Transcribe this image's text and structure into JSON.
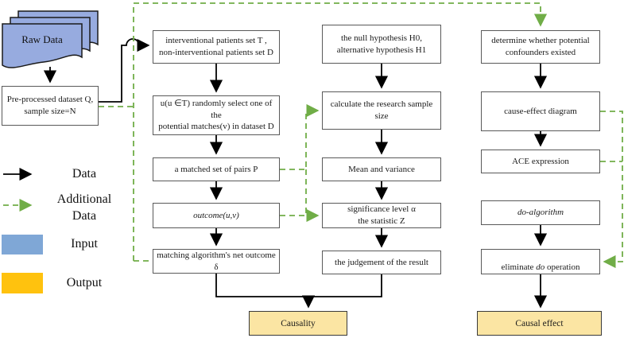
{
  "input": {
    "raw_data": "Raw Data",
    "preprocessed": "Pre-processed dataset Q,\nsample size=N"
  },
  "columns": {
    "matching": {
      "step1": "interventional patients set T ,\nnon-interventional patients set D",
      "step2": "u(u ∈T) randomly select one of the\npotential matches(v) in dataset D",
      "step3": "a matched set of pairs P",
      "step4": "outcome(u,v)",
      "step5": "matching algorithm's net outcome δ"
    },
    "hypothesis": {
      "step1": "the null hypothesis H0,\nalternative hypothesis H1",
      "step2": "calculate the research sample size",
      "step3": "Mean and variance",
      "step4": "significance level α\nthe statistic Z",
      "step5": "the judgement of the result"
    },
    "causal": {
      "step1": "determine whether potential\nconfounders existed",
      "step2": "cause-effect diagram",
      "step3": "ACE expression",
      "step4": "do-algorithm",
      "step5_parts": {
        "pre": "eliminate ",
        "verb": "do",
        "post": " operation"
      }
    }
  },
  "outputs": {
    "causality": "Causality",
    "causal_effect": "Causal effect"
  },
  "legend": {
    "data_label": "Data",
    "additional_data_label": "Additional\nData",
    "input_label": "Input",
    "output_label": "Output"
  },
  "colors": {
    "data_arrow_black": "#000000",
    "additional_data_green": "#70AD47",
    "input_blue": "#7FA7D6",
    "raw_data_doc_blue": "#97ABDF",
    "output_yellow": "#FFC20E",
    "output_box_fill": "#FBE5A3",
    "node_border_gray": "#595959"
  }
}
